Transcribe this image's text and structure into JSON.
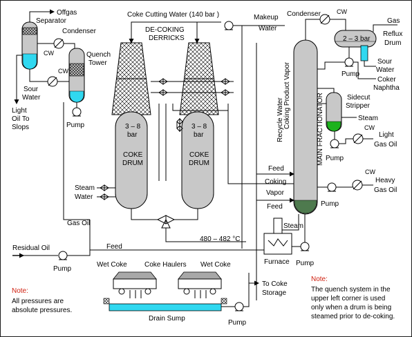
{
  "labels": {
    "separator": "Separator",
    "offgas": "Offgas",
    "condenser_left": "Condenser",
    "cw": "CW",
    "quench_tower_1": "Quench",
    "quench_tower_2": "Tower",
    "sour_water_left_1": "Sour",
    "sour_water_left_2": "Water",
    "light_oil_1": "Light",
    "light_oil_2": "Oil To",
    "light_oil_3": "Slops",
    "pump": "Pump",
    "coke_cutting_water": "Coke Cutting Water (140 bar )",
    "decoking_1": "DE-COKING",
    "decoking_2": "DERRICKS",
    "makeup_water_1": "Makeup",
    "makeup_water_2": "Water",
    "condenser_right": "Condenser",
    "gas": "Gas",
    "drum_pressure_top": "2 – 3 bar",
    "reflux_1": "Reflux",
    "reflux_2": "Drum",
    "sour_water_right_1": "Sour",
    "sour_water_right_2": "Water",
    "coker_naphtha_1": "Coker",
    "coker_naphtha_2": "Naphtha",
    "sidecut_1": "Sidecut",
    "sidecut_2": "Stripper",
    "steam": "Steam",
    "light_gas_oil_1": "Light",
    "light_gas_oil_2": "Gas Oil",
    "heavy_gas_oil_1": "Heavy",
    "heavy_gas_oil_2": "Gas Oil",
    "main_fractionator": "MAIN FRACTIONATOR",
    "coking_product_vapor": "Coking Product Vapor",
    "recycle_water": "Recycle Water",
    "feed": "Feed",
    "coking_vapor_1": "Coking",
    "coking_vapor_2": "Vapor",
    "drum_pressure": "3 – 8",
    "bar": "bar",
    "coke": "COKE",
    "drum": "DRUM",
    "water": "Water",
    "gas_oil": "Gas Oil",
    "temperature": "480 – 482 °C",
    "residual_oil": "Residual Oil",
    "furnace": "Furnace",
    "wet_coke": "Wet Coke",
    "coke_haulers": "Coke Haulers",
    "to_coke_storage_1": "To Coke",
    "to_coke_storage_2": "Storage",
    "drain_sump": "Drain Sump",
    "note_left_head": "Note:",
    "note_left_1": "All pressures are",
    "note_left_2": "absolute pressures.",
    "note_right_head": "Note:",
    "note_right_1": "The quench system in the",
    "note_right_2": "upper left corner is used",
    "note_right_3": "only when a drum is being",
    "note_right_4": "steamed prior to de-coking."
  },
  "colors": {
    "vessel": "#c8c8c8",
    "liquid_blue": "#30d8f0",
    "liquid_green": "#1db21d",
    "fractionator_bottom": "#4e7a4e",
    "note_red": "#d02010",
    "border": "#1a1a1a"
  }
}
